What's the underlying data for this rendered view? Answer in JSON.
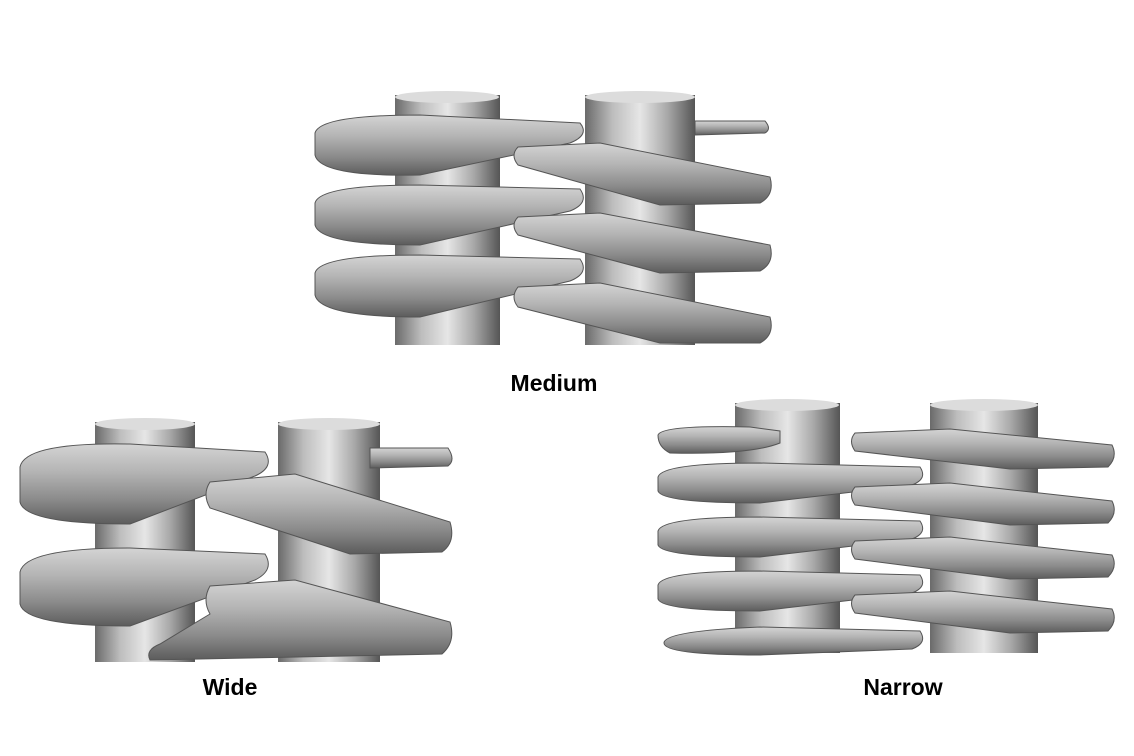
{
  "variants": [
    {
      "label": "Medium",
      "flights": 3
    },
    {
      "label": "Wide",
      "flights": 2
    },
    {
      "label": "Narrow",
      "flights": 5
    }
  ],
  "colors": {
    "metal_light": "#d8d8d8",
    "metal_mid": "#a0a0a0",
    "metal_dark": "#5a5a5a",
    "background": "#ffffff"
  }
}
